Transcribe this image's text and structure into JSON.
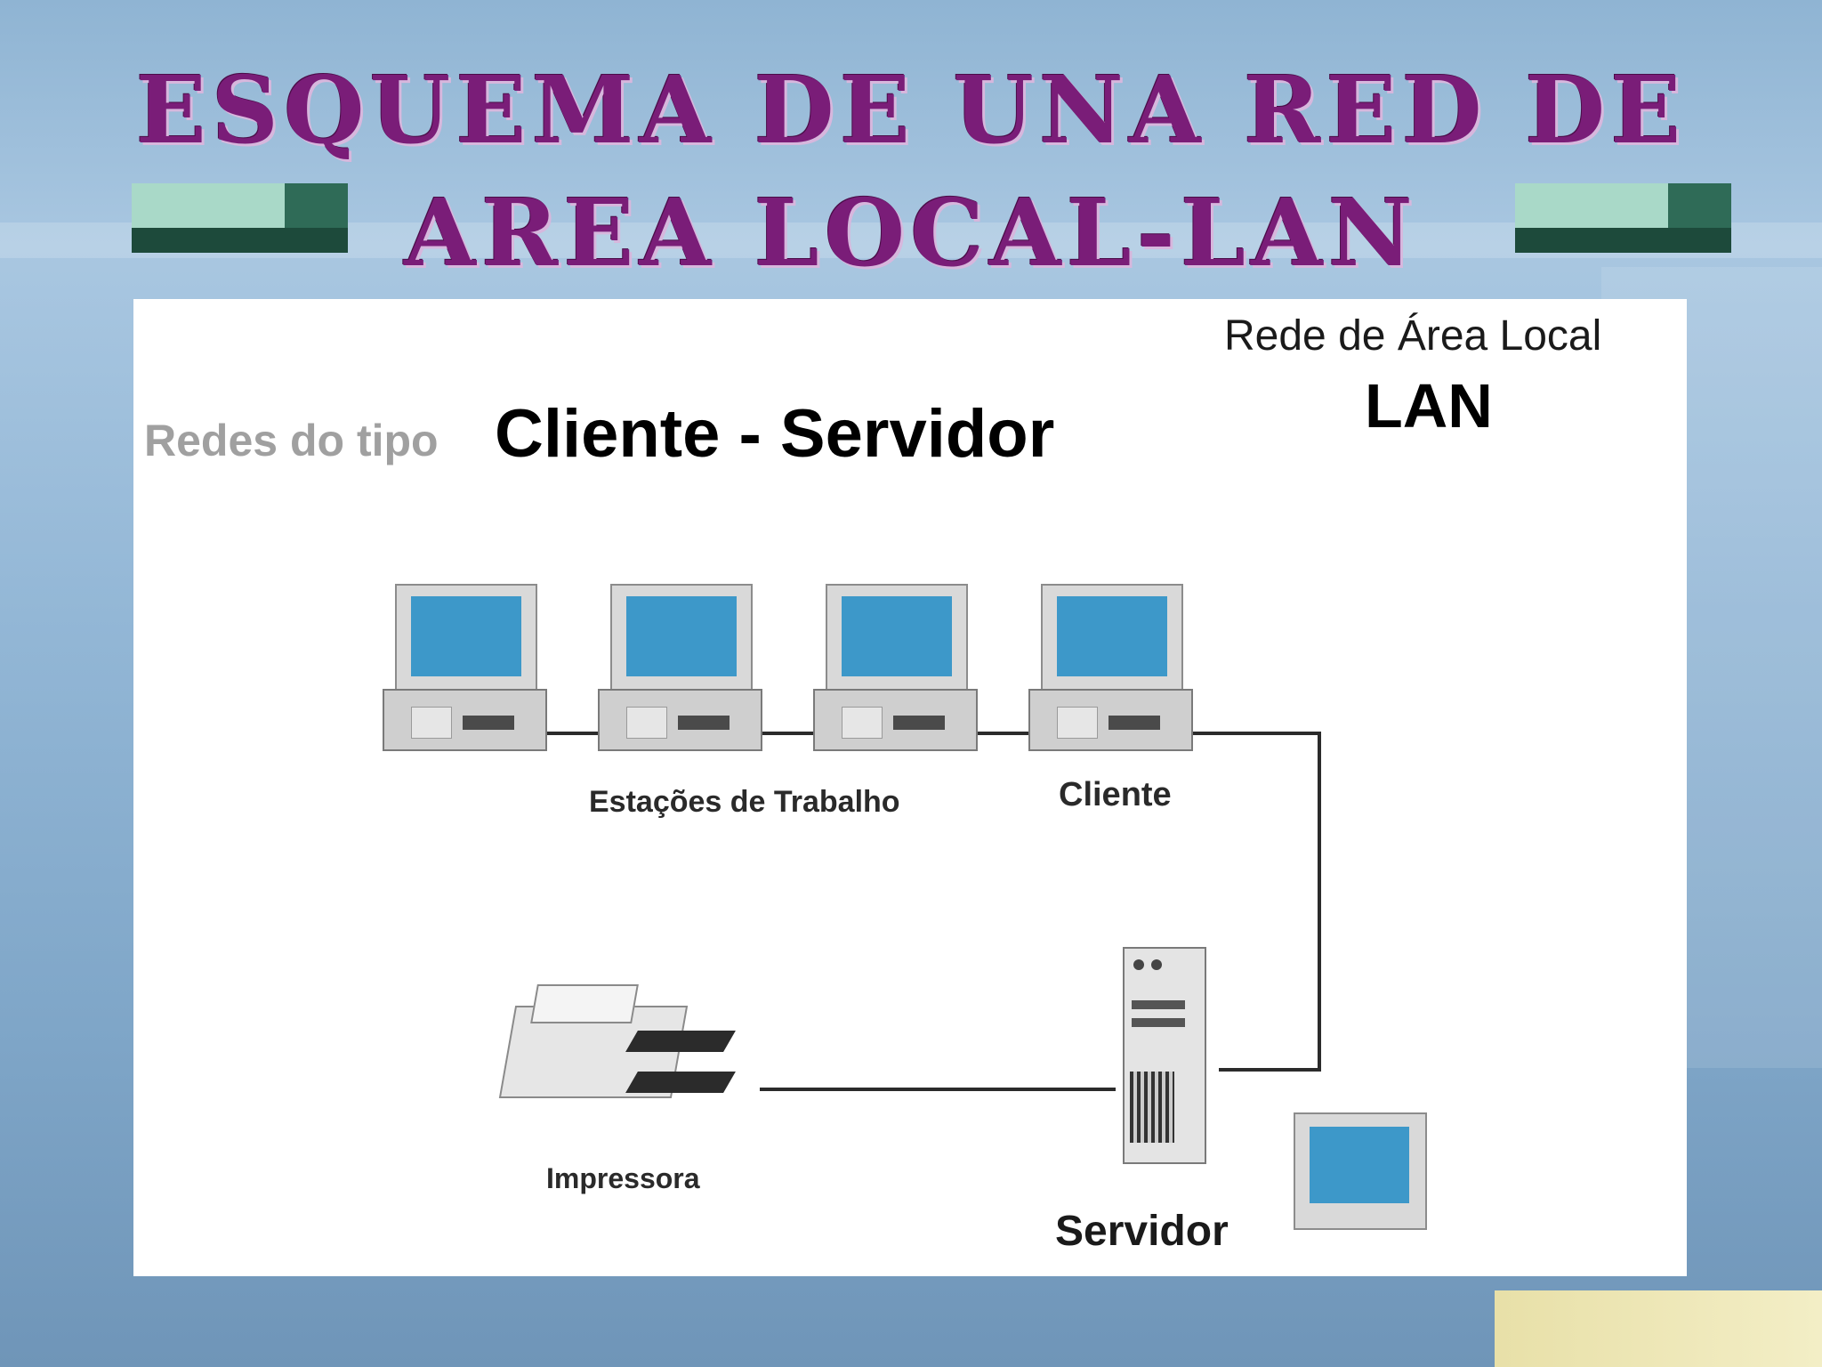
{
  "slide": {
    "title_line1": "ESQUEMA DE UNA RED DE",
    "title_line2": "AREA LOCAL-LAN"
  },
  "diagram": {
    "prefix": "Redes do tipo",
    "heading": "Cliente - Servidor",
    "corner_label": "Rede de Área Local",
    "corner_label_bold": "LAN",
    "label_workstations": "Estações  de Trabalho",
    "label_client": "Cliente",
    "label_printer": "Impressora",
    "label_server": "Servidor"
  },
  "colors": {
    "title": "#7a1d78",
    "screen": "#3d98c9",
    "deco_light": "#a9d9c8",
    "deco_dark": "#2f6b57"
  }
}
